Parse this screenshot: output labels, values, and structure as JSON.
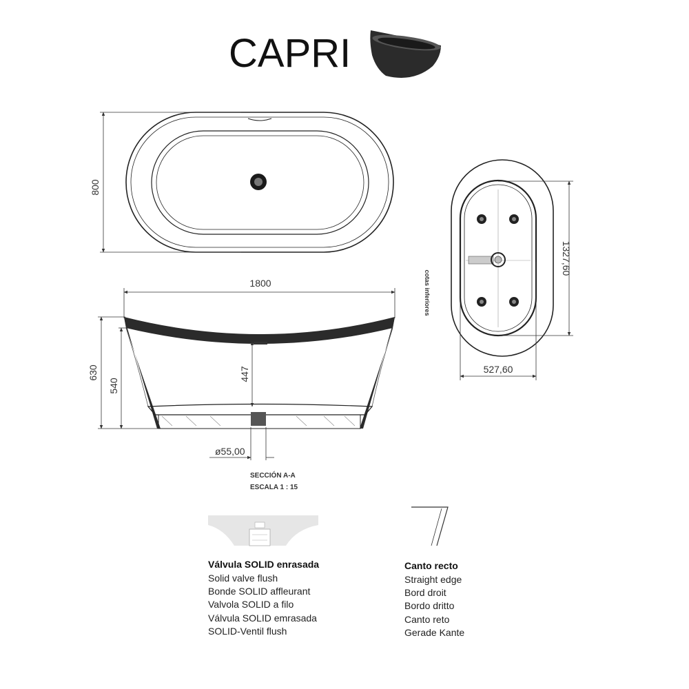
{
  "title": "CAPRI",
  "dimensions": {
    "width_top": "800",
    "length": "1800",
    "height_total": "630",
    "height_inner": "540",
    "depth": "447",
    "drain_diameter": "ø55,00",
    "bottom_length": "1327,60",
    "bottom_width": "527,60",
    "bottom_note": "cotas inferiores"
  },
  "section": {
    "label": "SECCIÓN A-A",
    "scale": "ESCALA 1 : 15"
  },
  "legend_valve": {
    "heading": "Válvula SOLID enrasada",
    "items": [
      "Solid valve flush",
      "Bonde SOLID affleurant",
      "Valvola SOLID a filo",
      "Válvula SOLID emrasada",
      "SOLID-Ventil flush"
    ]
  },
  "legend_edge": {
    "heading": "Canto recto",
    "items": [
      "Straight edge",
      "Bord droit",
      "Bordo dritto",
      "Canto reto",
      "Gerade Kante"
    ]
  },
  "colors": {
    "line": "#222222",
    "product": "#2b2b2b",
    "detail_fill": "#e6e6e6"
  }
}
